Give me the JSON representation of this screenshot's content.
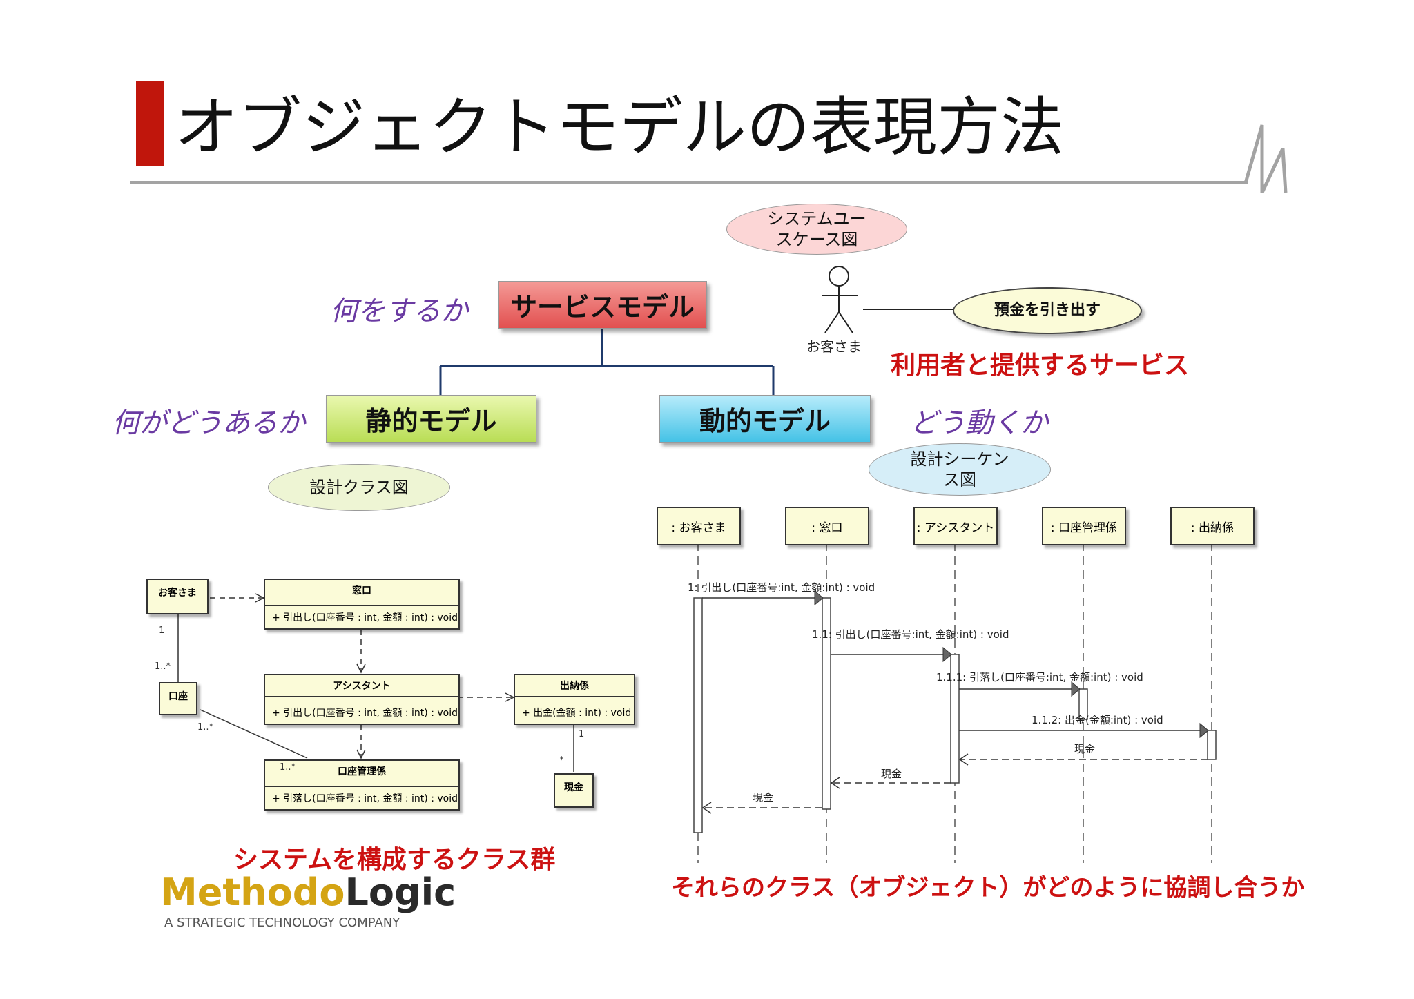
{
  "title": "オブジェクトモデルの表現方法",
  "model": {
    "service": "サービスモデル",
    "static": "静的モデル",
    "dynamic": "動的モデル"
  },
  "questions": {
    "what": "何をするか",
    "how_exists": "何がどうあるか",
    "how_moves": "どう動くか"
  },
  "diagram_labels": {
    "usecase": "システムユー\nスケース図",
    "class": "設計クラス図",
    "sequence": "設計シーケン\nス図"
  },
  "usecase": {
    "actor": "お客さま",
    "usecase": "預金を引き出す",
    "caption": "利用者と提供するサービス"
  },
  "class_diagram": {
    "classes": {
      "customer": "お客さま",
      "counter": "窓口",
      "counter_op": "+ 引出し(口座番号 : int, 金額 : int) : void",
      "assistant": "アシスタント",
      "assistant_op": "+ 引出し(口座番号 : int, 金額 : int) : void",
      "cashier": "出納係",
      "cashier_op": "+ 出金(金額 : int) : void",
      "account": "口座",
      "manager": "口座管理係",
      "manager_op": "+ 引落し(口座番号 : int, 金額 : int) : void",
      "cash": "現金"
    },
    "mult": {
      "cust_1": "1",
      "acct_1star": "1..*",
      "acct_1star_b": "1..*",
      "mgr_1star": "1..*",
      "cashier_1": "1",
      "cash_star": "*"
    },
    "caption": "システムを構成するクラス群"
  },
  "sequence": {
    "lifelines": [
      ": お客さま",
      ": 窓口",
      ": アシスタント",
      ": 口座管理係",
      ": 出納係"
    ],
    "messages": {
      "m1": "1: 引出し(口座番号:int, 金額:int) : void",
      "m11": "1.1: 引出し(口座番号:int, 金額:int) : void",
      "m111": "1.1.1: 引落し(口座番号:int, 金額:int) : void",
      "m112": "1.1.2: 出金(金額:int) : void",
      "r1": "現金",
      "r2": "現金",
      "r3": "現金"
    },
    "caption": "それらのクラス（オブジェクト）がどのように協調し合うか"
  },
  "logo": {
    "part1": "Methodo",
    "part2": "Logic",
    "tagline": "A STRATEGIC TECHNOLOGY COMPANY"
  },
  "colors": {
    "accent_red": "#c0160c",
    "caption_red": "#cc1111",
    "question_purple": "#6a3aa2",
    "connector_navy": "#1f3a6b"
  }
}
